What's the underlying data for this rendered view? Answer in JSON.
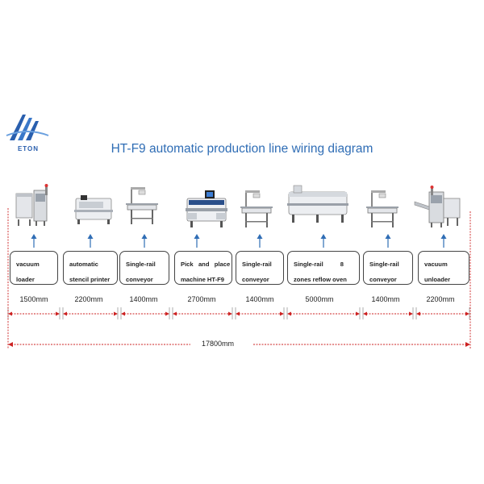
{
  "brand": {
    "logo_text": "ETON",
    "color": "#2a5fae"
  },
  "title": "HT-F9 automatic production line wiring diagram",
  "colors": {
    "title": "#2f6db5",
    "arrow": "#2f6db5",
    "dimension": "#cc2222"
  },
  "stations": [
    {
      "name": "vacuum-loader",
      "lines": [
        "vacuum",
        "loader"
      ],
      "length": "1500mm",
      "icon": "loader-machine-icon"
    },
    {
      "name": "automatic-stencil-printer",
      "lines": [
        "automatic",
        "stencil printer"
      ],
      "length": "2200mm",
      "icon": "stencil-printer-icon"
    },
    {
      "name": "single-rail-conveyor-1",
      "lines": [
        "Single-rail",
        "conveyor"
      ],
      "length": "1400mm",
      "icon": "conveyor-icon"
    },
    {
      "name": "pick-and-place-machine",
      "lines": [
        "Pick   and   place",
        "machine HT-F9"
      ],
      "length": "2700mm",
      "icon": "pick-and-place-icon"
    },
    {
      "name": "single-rail-conveyor-2",
      "lines": [
        "Single-rail",
        "conveyor"
      ],
      "length": "1400mm",
      "icon": "conveyor-icon"
    },
    {
      "name": "reflow-oven",
      "lines": [
        "Single-rail          8",
        "zones reflow oven"
      ],
      "length": "5000mm",
      "icon": "reflow-oven-icon"
    },
    {
      "name": "single-rail-conveyor-3",
      "lines": [
        "Single-rail",
        "conveyor"
      ],
      "length": "1400mm",
      "icon": "conveyor-icon"
    },
    {
      "name": "vacuum-unloader",
      "lines": [
        "vacuum",
        "unloader"
      ],
      "length": "2200mm",
      "icon": "unloader-machine-icon"
    }
  ],
  "total_length": "17800mm"
}
